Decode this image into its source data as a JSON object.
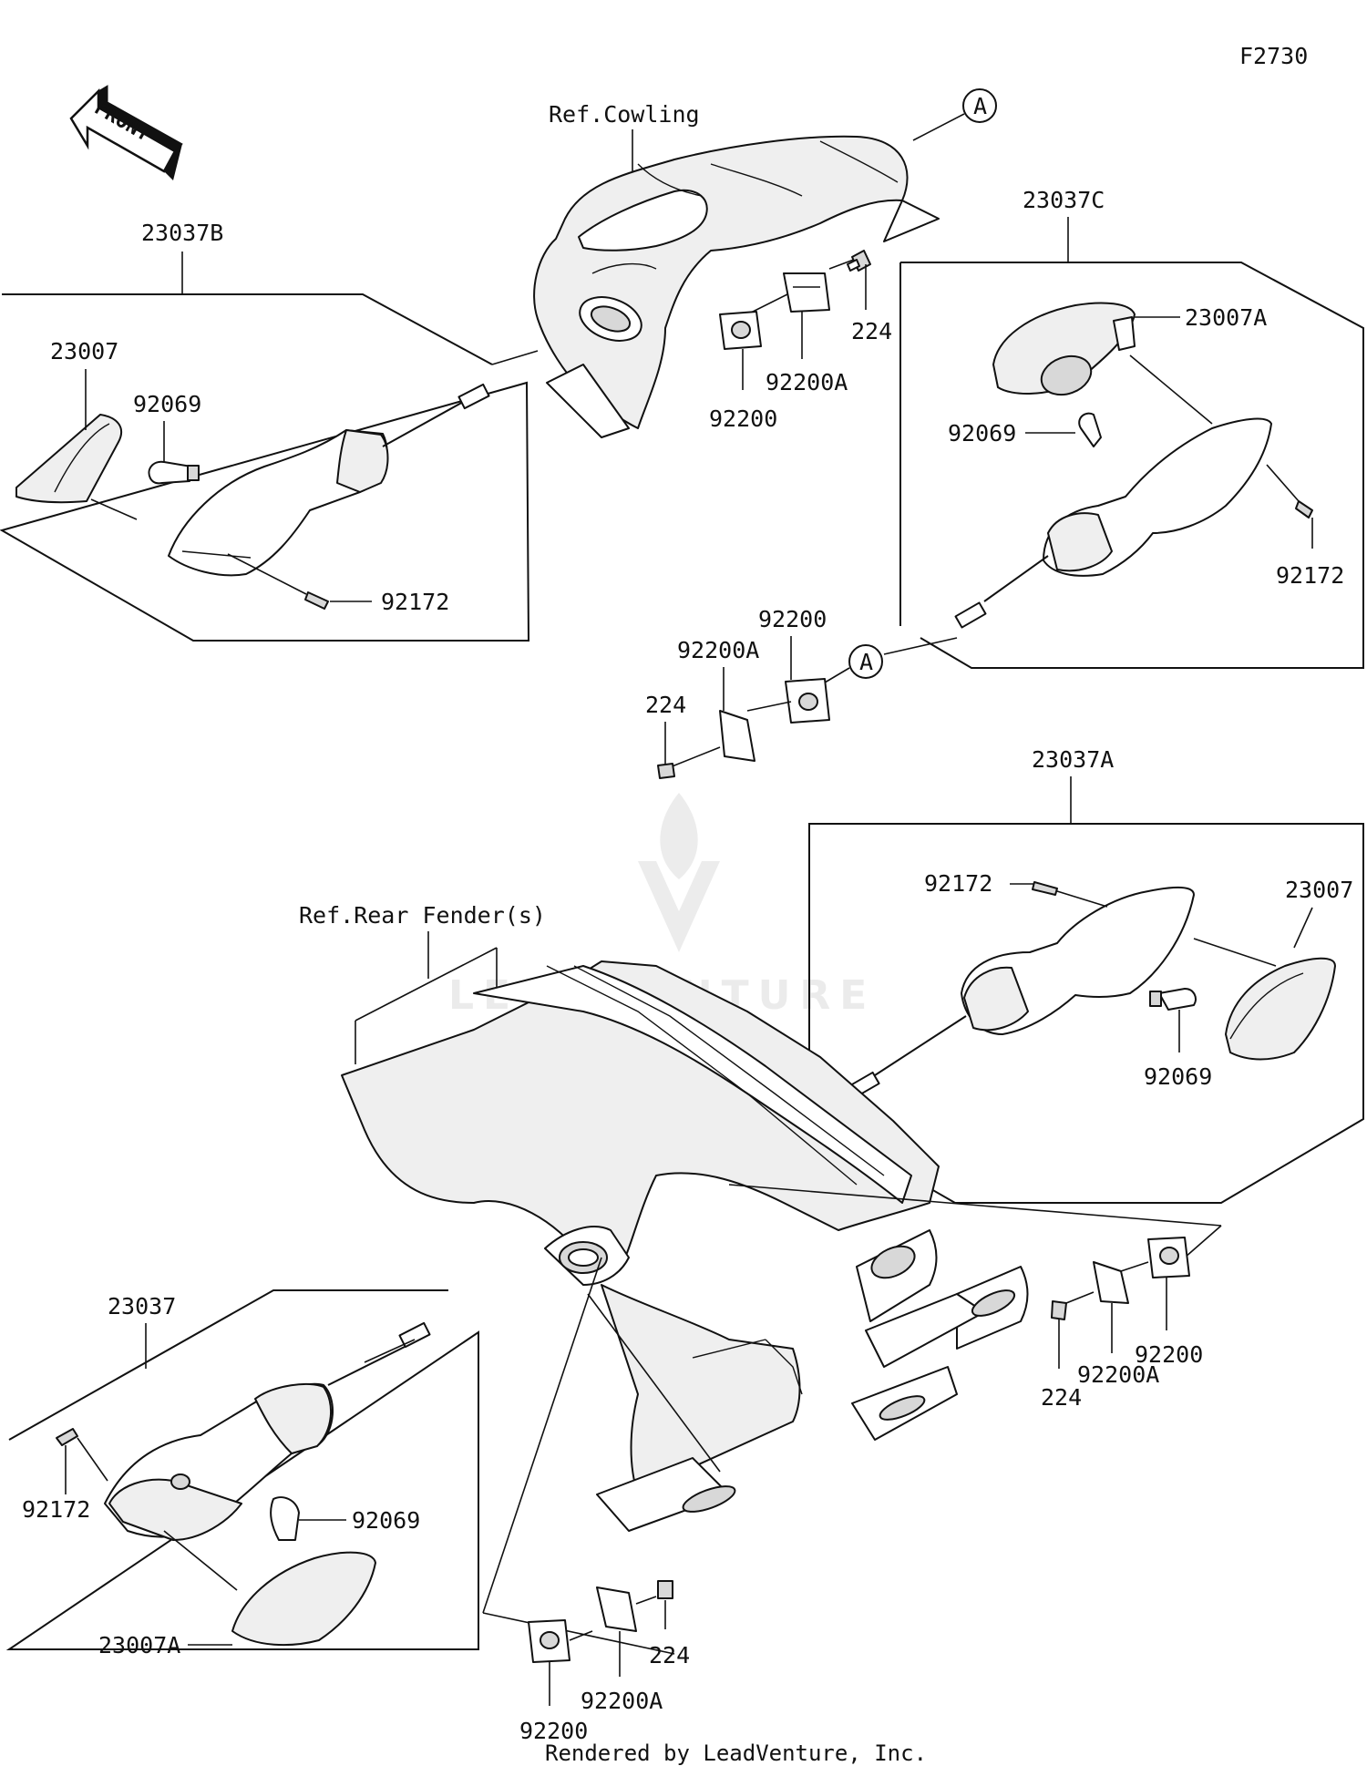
{
  "figure_code": "F2730",
  "front_arrow": "FRONT",
  "refs": {
    "cowling": "Ref.Cowling",
    "rear_fender": "Ref.Rear Fender(s)"
  },
  "callout_a": "A",
  "groups": {
    "g23037B": "23037B",
    "g23037C": "23037C",
    "g23037A": "23037A",
    "g23037": "23037"
  },
  "parts": {
    "p23007": "23007",
    "p23007A": "23007A",
    "p92069": "92069",
    "p92172": "92172",
    "p92200": "92200",
    "p92200A": "92200A",
    "p224": "224"
  },
  "watermark": "LEADVENTURE",
  "footer": "Rendered by LeadVenture, Inc."
}
